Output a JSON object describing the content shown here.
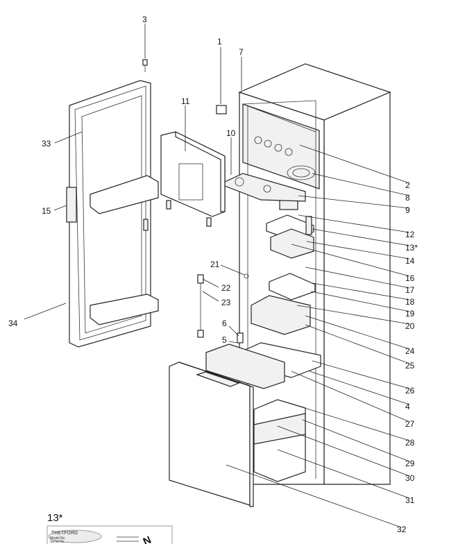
{
  "callouts": [
    {
      "text": "1"
    },
    {
      "text": "2"
    },
    {
      "text": "3"
    },
    {
      "text": "4"
    },
    {
      "text": "5"
    },
    {
      "text": "6"
    },
    {
      "text": "7"
    },
    {
      "text": "8"
    },
    {
      "text": "9"
    },
    {
      "text": "10"
    },
    {
      "text": "11"
    },
    {
      "text": "12"
    },
    {
      "text": "13*"
    },
    {
      "text": "14"
    },
    {
      "text": "15"
    },
    {
      "text": "16"
    },
    {
      "text": "17"
    },
    {
      "text": "18"
    },
    {
      "text": "19"
    },
    {
      "text": "20"
    },
    {
      "text": "21"
    },
    {
      "text": "22"
    },
    {
      "text": "23"
    },
    {
      "text": "24"
    },
    {
      "text": "25"
    },
    {
      "text": "26"
    },
    {
      "text": "27"
    },
    {
      "text": "28"
    },
    {
      "text": "29"
    },
    {
      "text": "30"
    },
    {
      "text": "31"
    },
    {
      "text": "32"
    },
    {
      "text": "33"
    },
    {
      "text": "34"
    }
  ],
  "inset": {
    "caption": "13*",
    "brand": "THETFORD",
    "model_label": "Model No",
    "serial_label": "Serial No",
    "mark": "N"
  }
}
